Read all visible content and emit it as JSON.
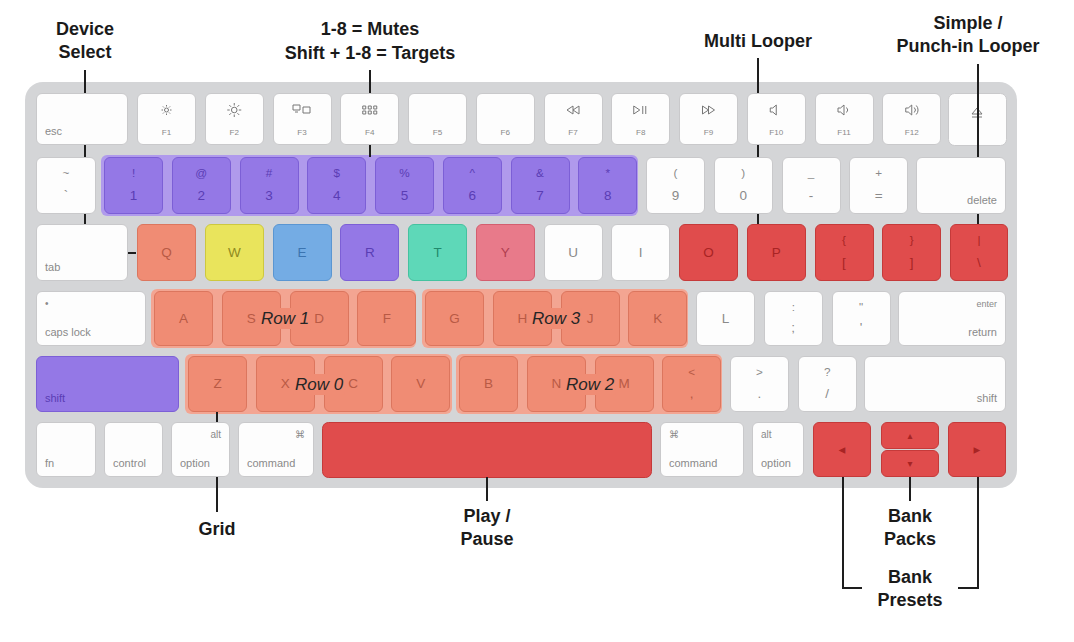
{
  "diagram": {
    "nodes": [
      {
        "text": [
          "esc"
        ]
      },
      {
        "text": [
          "F1"
        ]
      },
      {
        "text": [
          "F2"
        ]
      },
      {
        "text": [
          "F3"
        ]
      },
      {
        "text": [
          "F4"
        ]
      },
      {
        "text": [
          "F5"
        ]
      },
      {
        "text": [
          "F6"
        ]
      },
      {
        "text": [
          "F7"
        ]
      },
      {
        "text": [
          "F8"
        ]
      },
      {
        "text": [
          "F9"
        ]
      },
      {
        "text": [
          "F10"
        ]
      },
      {
        "text": [
          "F11"
        ]
      },
      {
        "text": [
          "F12"
        ]
      },
      {
        "text": [
          "~",
          "`"
        ]
      },
      {
        "text": [
          "!",
          "1"
        ]
      },
      {
        "text": [
          "@",
          "2"
        ]
      },
      {
        "text": [
          "#",
          "3"
        ]
      },
      {
        "text": [
          "$",
          "4"
        ]
      },
      {
        "text": [
          "%",
          "5"
        ]
      },
      {
        "text": [
          "^",
          "6"
        ]
      },
      {
        "text": [
          "&",
          "7"
        ]
      },
      {
        "text": [
          "*",
          "8"
        ]
      },
      {
        "text": [
          "(",
          "9"
        ]
      },
      {
        "text": [
          ")",
          "0"
        ]
      },
      {
        "text": [
          "_",
          "-"
        ]
      },
      {
        "text": [
          "+",
          "="
        ]
      },
      {
        "text": [
          "delete"
        ]
      },
      {
        "text": [
          "tab"
        ]
      },
      {
        "text": [
          "Q"
        ]
      },
      {
        "text": [
          "W"
        ]
      },
      {
        "text": [
          "E"
        ]
      },
      {
        "text": [
          "R"
        ]
      },
      {
        "text": [
          "T"
        ]
      },
      {
        "text": [
          "Y"
        ]
      },
      {
        "text": [
          "U"
        ]
      },
      {
        "text": [
          "I"
        ]
      },
      {
        "text": [
          "O"
        ]
      },
      {
        "text": [
          "P"
        ]
      },
      {
        "text": [
          "{",
          "["
        ]
      },
      {
        "text": [
          "}",
          "]"
        ]
      },
      {
        "text": [
          "|",
          "\\"
        ]
      },
      {
        "text": [
          "•",
          "caps lock"
        ]
      },
      {
        "text": [
          "A"
        ]
      },
      {
        "text": [
          "S"
        ]
      },
      {
        "text": [
          "D"
        ]
      },
      {
        "text": [
          "F"
        ]
      },
      {
        "text": [
          "G"
        ]
      },
      {
        "text": [
          "H"
        ]
      },
      {
        "text": [
          "J"
        ]
      },
      {
        "text": [
          "K"
        ]
      },
      {
        "text": [
          "L"
        ]
      },
      {
        "text": [
          ":",
          ";"
        ]
      },
      {
        "text": [
          "\"",
          "'"
        ]
      },
      {
        "text": [
          "enter",
          "return"
        ]
      },
      {
        "text": [
          "shift"
        ]
      },
      {
        "text": [
          "Z"
        ]
      },
      {
        "text": [
          "X"
        ]
      },
      {
        "text": [
          "C"
        ]
      },
      {
        "text": [
          "V"
        ]
      },
      {
        "text": [
          "B"
        ]
      },
      {
        "text": [
          "N"
        ]
      },
      {
        "text": [
          "M"
        ]
      },
      {
        "text": [
          "<",
          ","
        ]
      },
      {
        "text": [
          ">",
          "."
        ]
      },
      {
        "text": [
          "?",
          "/"
        ]
      },
      {
        "text": [
          "shift"
        ]
      },
      {
        "text": [
          "fn"
        ]
      },
      {
        "text": [
          "control"
        ]
      },
      {
        "text": [
          "alt",
          "option"
        ]
      },
      {
        "text": [
          "⌘",
          "command"
        ]
      },
      {
        "text": [
          "⌘",
          "command"
        ]
      },
      {
        "text": [
          "alt",
          "option"
        ]
      },
      {
        "text": [
          "◂"
        ]
      },
      {
        "text": [
          "▴"
        ]
      },
      {
        "text": [
          "▾"
        ]
      },
      {
        "text": [
          "▸"
        ]
      }
    ],
    "labels": [
      "Device Select",
      "1-8 = Mutes",
      "Shift + 1-8 = Targets",
      "Multi Looper",
      "Simple / Punch-in Looper",
      "Row 1",
      "Row 3",
      "Row 0",
      "Row 2",
      "Play / Pause",
      "Bank Packs",
      "Grid",
      "Bank Presets"
    ]
  }
}
